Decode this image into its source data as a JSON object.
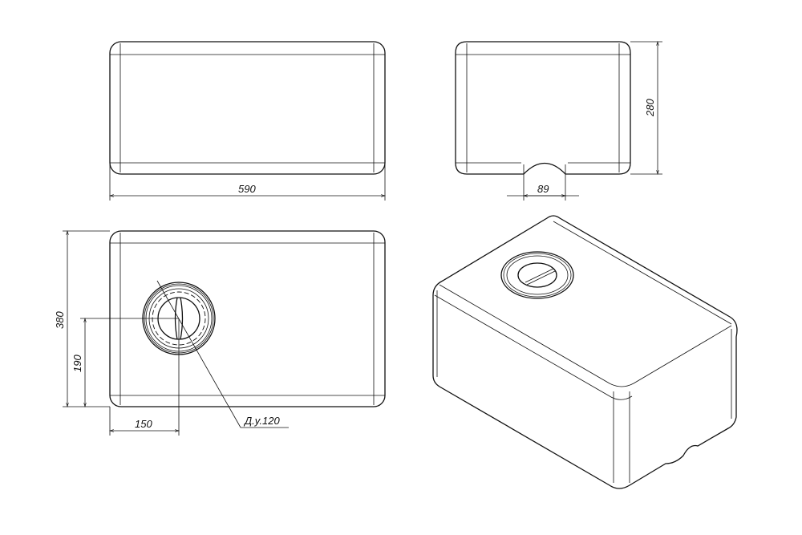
{
  "drawing": {
    "dimensions": {
      "length": "590",
      "height": "280",
      "notch_width": "89",
      "width": "380",
      "hole_offset_y": "190",
      "hole_offset_x": "150",
      "nominal_diameter": "Д.у.120"
    }
  }
}
